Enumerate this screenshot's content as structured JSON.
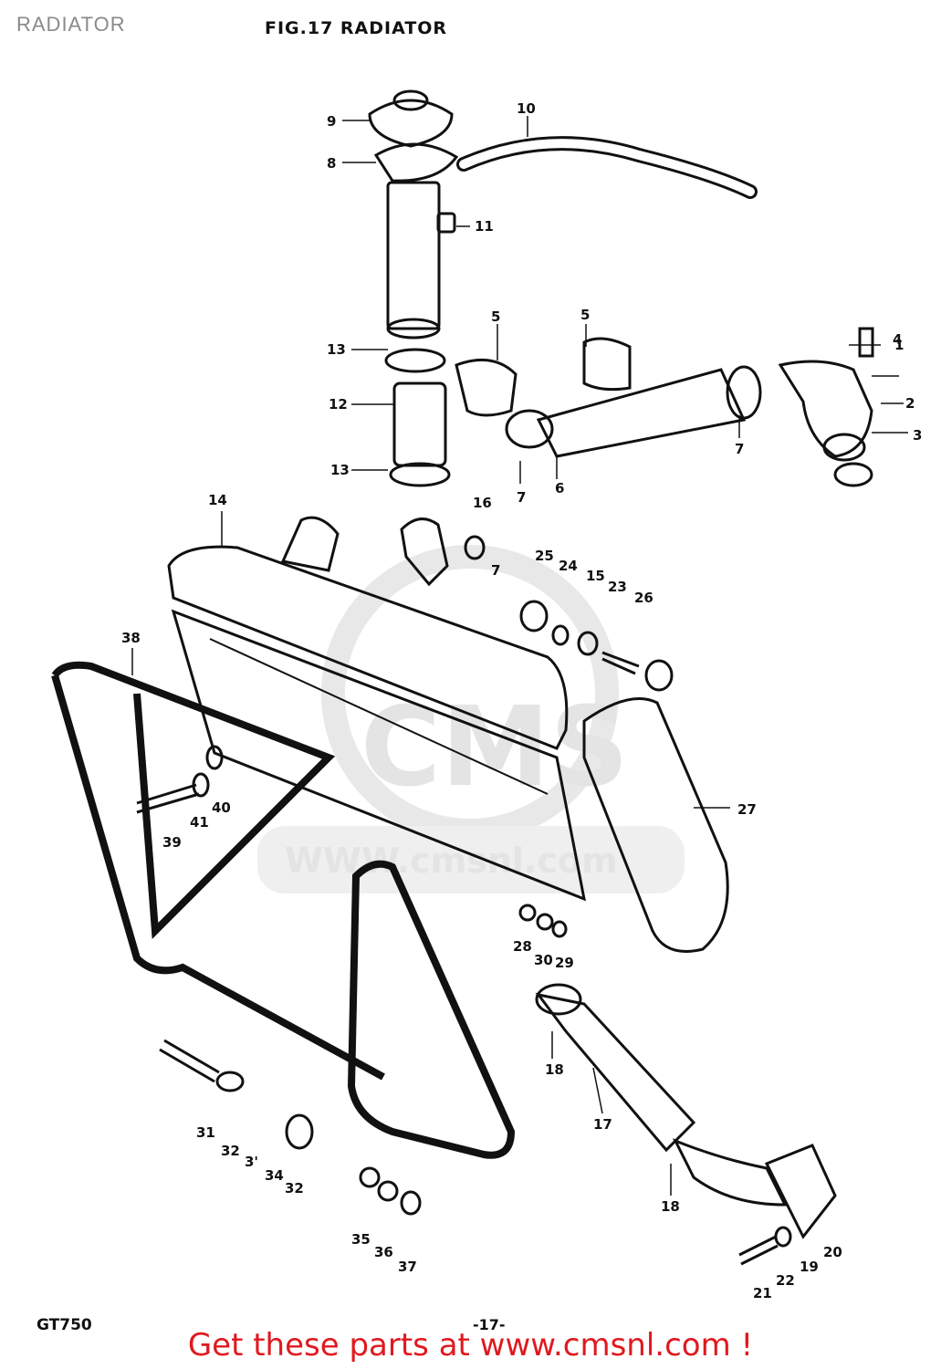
{
  "header": {
    "section": "RADIATOR",
    "figure": "FIG.17  RADIATOR"
  },
  "footer": {
    "model": "GT750",
    "page": "-17-",
    "promo": "Get these parts at www.cmsnl.com !"
  },
  "watermark": {
    "logo": "CMS",
    "url": "WWW.cmsnl.com"
  },
  "parts": [
    {
      "id": "part-1",
      "num": "1"
    },
    {
      "id": "part-2",
      "num": "2"
    },
    {
      "id": "part-3",
      "num": "3"
    },
    {
      "id": "part-4",
      "num": "4"
    },
    {
      "id": "part-5a",
      "num": "5"
    },
    {
      "id": "part-5b",
      "num": "5"
    },
    {
      "id": "part-6",
      "num": "6"
    },
    {
      "id": "part-7a",
      "num": "7"
    },
    {
      "id": "part-7b",
      "num": "7"
    },
    {
      "id": "part-7c",
      "num": "7"
    },
    {
      "id": "part-8",
      "num": "8"
    },
    {
      "id": "part-9",
      "num": "9"
    },
    {
      "id": "part-10",
      "num": "10"
    },
    {
      "id": "part-11",
      "num": "11"
    },
    {
      "id": "part-12",
      "num": "12"
    },
    {
      "id": "part-13a",
      "num": "13"
    },
    {
      "id": "part-13b",
      "num": "13"
    },
    {
      "id": "part-14",
      "num": "14"
    },
    {
      "id": "part-15",
      "num": "15"
    },
    {
      "id": "part-16",
      "num": "16"
    },
    {
      "id": "part-17",
      "num": "17"
    },
    {
      "id": "part-18a",
      "num": "18"
    },
    {
      "id": "part-18b",
      "num": "18"
    },
    {
      "id": "part-19",
      "num": "19"
    },
    {
      "id": "part-20",
      "num": "20"
    },
    {
      "id": "part-21",
      "num": "21"
    },
    {
      "id": "part-22",
      "num": "22"
    },
    {
      "id": "part-23",
      "num": "23"
    },
    {
      "id": "part-24",
      "num": "24"
    },
    {
      "id": "part-25",
      "num": "25"
    },
    {
      "id": "part-26",
      "num": "26"
    },
    {
      "id": "part-27",
      "num": "27"
    },
    {
      "id": "part-28",
      "num": "28"
    },
    {
      "id": "part-29",
      "num": "29"
    },
    {
      "id": "part-30",
      "num": "30"
    },
    {
      "id": "part-31",
      "num": "31"
    },
    {
      "id": "part-32a",
      "num": "32"
    },
    {
      "id": "part-32b",
      "num": "32"
    },
    {
      "id": "part-33",
      "num": "3'"
    },
    {
      "id": "part-34",
      "num": "34"
    },
    {
      "id": "part-35",
      "num": "35"
    },
    {
      "id": "part-36",
      "num": "36"
    },
    {
      "id": "part-37",
      "num": "37"
    },
    {
      "id": "part-38",
      "num": "38"
    },
    {
      "id": "part-39",
      "num": "39"
    },
    {
      "id": "part-40",
      "num": "40"
    },
    {
      "id": "part-41",
      "num": "41"
    }
  ]
}
